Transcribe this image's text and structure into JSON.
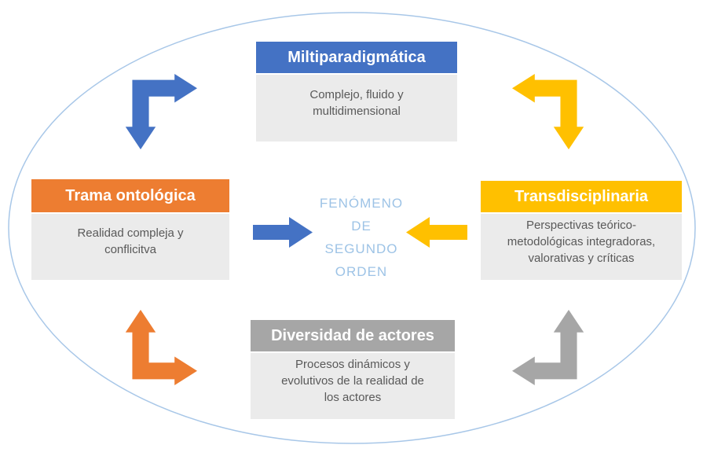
{
  "diagram": {
    "center_label": {
      "text": "FENÓMENO\nDE\nSEGUNDO\nORDEN",
      "color": "#9DC3E6"
    },
    "boxes": {
      "top": {
        "title": "Miltiparadigmática",
        "body": "Complejo, fluido y\nmultidimensional",
        "header_color": "#4472C4"
      },
      "left": {
        "title": "Trama ontológica",
        "body": "Realidad compleja y\nconflicitva",
        "header_color": "#ED7D31"
      },
      "right": {
        "title": "Transdisciplinaria",
        "body": "Perspectivas teórico-\nmetodológicas integradoras,\nvalorativas y críticas",
        "header_color": "#FFC000"
      },
      "bottom": {
        "title": "Diversidad de actores",
        "body": "Procesos dinámicos y\nevolutivos de la realidad de\nlos actores",
        "header_color": "#A6A6A6"
      }
    },
    "arrows": {
      "top_left": {
        "icon": "elbow-double-arrow-right-down-icon",
        "color": "#4472C4"
      },
      "top_right": {
        "icon": "elbow-double-arrow-left-down-icon",
        "color": "#FFC000"
      },
      "bottom_left": {
        "icon": "elbow-double-arrow-up-right-icon",
        "color": "#ED7D31"
      },
      "bottom_right": {
        "icon": "elbow-double-arrow-up-left-icon",
        "color": "#A6A6A6"
      },
      "center_left": {
        "icon": "arrow-right-icon",
        "color": "#4472C4"
      },
      "center_right": {
        "icon": "arrow-left-icon",
        "color": "#FFC000"
      }
    },
    "colors": {
      "ellipse_stroke": "#A8C7E8",
      "body_bg": "#EBEBEB",
      "body_text": "#595959",
      "header_text": "#FFFFFF",
      "background": "#FFFFFF"
    }
  }
}
